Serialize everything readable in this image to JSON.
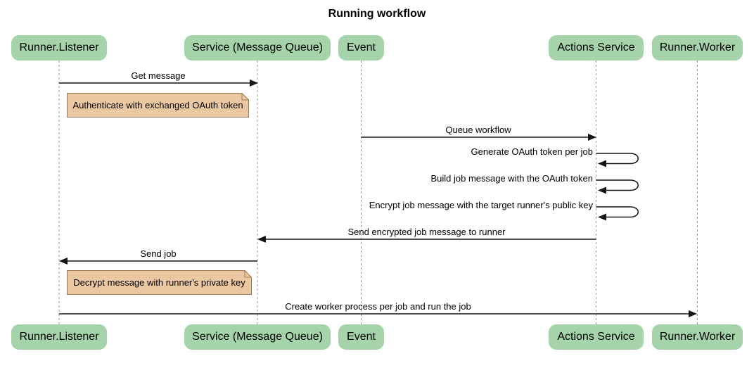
{
  "diagram_type": "sequence-diagram",
  "title": "Running workflow",
  "actors": [
    {
      "label": "Runner.Listener"
    },
    {
      "label": "Service (Message Queue)"
    },
    {
      "label": "Event"
    },
    {
      "label": "Actions Service"
    },
    {
      "label": "Runner.Worker"
    }
  ],
  "messages": [
    {
      "label": "Get message",
      "from": "Runner.Listener",
      "to": "Service (Message Queue)",
      "arrow": "solid"
    },
    {
      "label": "Queue workflow",
      "from": "Event",
      "to": "Actions Service",
      "arrow": "solid"
    },
    {
      "label": "Generate OAuth token per job",
      "from": "Actions Service",
      "to": "Actions Service",
      "arrow": "self"
    },
    {
      "label": "Build job message with the OAuth token",
      "from": "Actions Service",
      "to": "Actions Service",
      "arrow": "self"
    },
    {
      "label": "Encrypt job message with the target runner's public key",
      "from": "Actions Service",
      "to": "Actions Service",
      "arrow": "self"
    },
    {
      "label": "Send encrypted job message to runner",
      "from": "Actions Service",
      "to": "Service (Message Queue)",
      "arrow": "solid"
    },
    {
      "label": "Send job",
      "from": "Service (Message Queue)",
      "to": "Runner.Listener",
      "arrow": "solid"
    },
    {
      "label": "Create worker process per job and run the job",
      "from": "Runner.Listener",
      "to": "Runner.Worker",
      "arrow": "solid"
    }
  ],
  "notes": [
    {
      "label": "Authenticate with exchanged OAuth token",
      "position": "right of Runner.Listener"
    },
    {
      "label": "Decrypt message with runner's private key",
      "position": "right of Runner.Listener"
    }
  ],
  "colors": {
    "actor_fill": "#a5d3aa",
    "note_fill": "#ecc8a2",
    "note_border": "#9a7a52",
    "lifeline": "#999999",
    "arrow": "#151515",
    "text": "#000000",
    "background": "#ffffff"
  }
}
